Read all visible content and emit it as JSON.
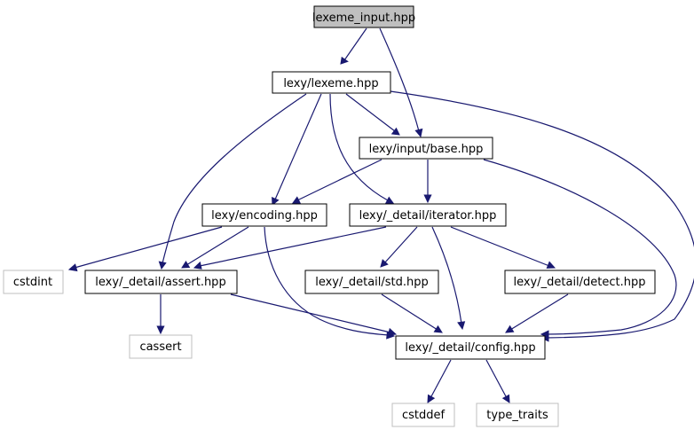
{
  "colors": {
    "edge": "#191970",
    "root_fill": "#bfbfbf",
    "external_border": "#bfbfbf",
    "node_border": "#000000"
  },
  "nodes": {
    "lexeme_input": "lexeme_input.hpp",
    "lexeme": "lexy/lexeme.hpp",
    "input_base": "lexy/input/base.hpp",
    "encoding": "lexy/encoding.hpp",
    "iterator": "lexy/_detail/iterator.hpp",
    "cstdint": "cstdint",
    "assert": "lexy/_detail/assert.hpp",
    "std": "lexy/_detail/std.hpp",
    "detect": "lexy/_detail/detect.hpp",
    "cassert": "cassert",
    "config": "lexy/_detail/config.hpp",
    "cstddef": "cstddef",
    "type_traits": "type_traits"
  }
}
